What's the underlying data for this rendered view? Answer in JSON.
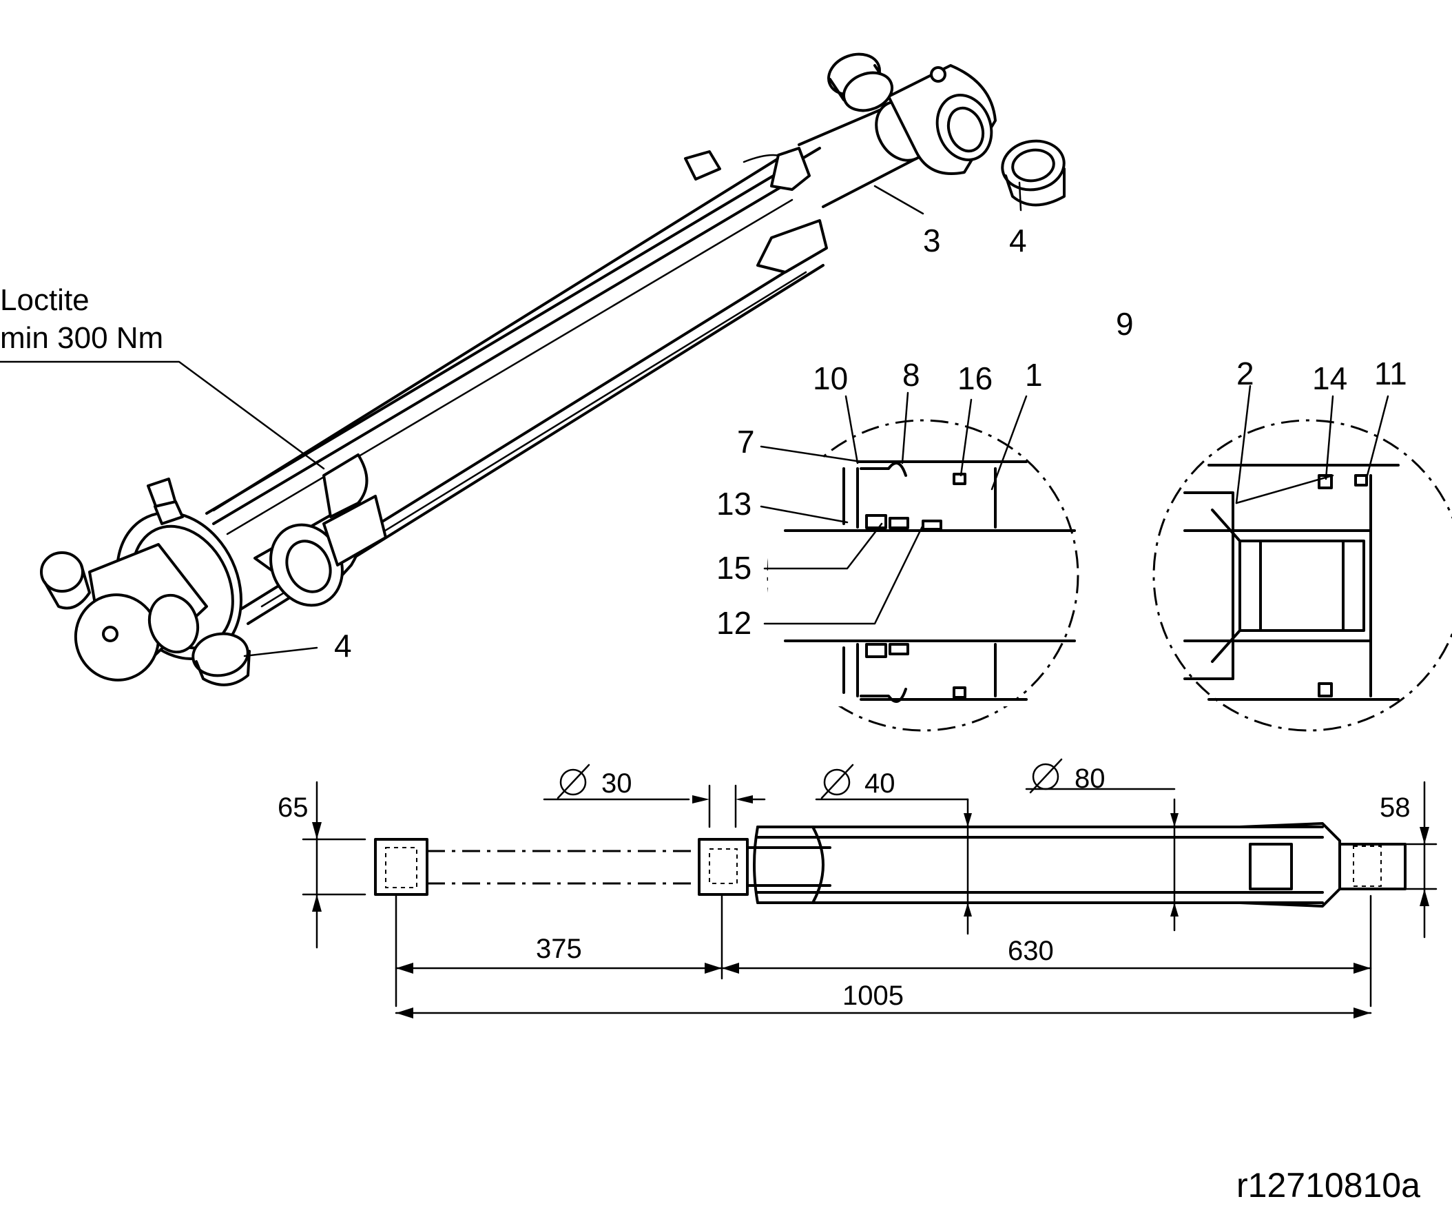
{
  "note": {
    "line1": "Loctite",
    "line2": "min 300 Nm"
  },
  "callouts": {
    "c3": "3",
    "c4_top": "4",
    "c4_bottom": "4",
    "c9": "9",
    "c10": "10",
    "c8": "8",
    "c16": "16",
    "c1": "1",
    "c7": "7",
    "c13": "13",
    "c15": "15",
    "c12": "12",
    "c2": "2",
    "c14": "14",
    "c11": "11"
  },
  "dimensions": {
    "d30": "30",
    "d40": "40",
    "d80": "80",
    "h65": "65",
    "h58": "58",
    "len375": "375",
    "len630": "630",
    "len1005": "1005"
  },
  "reference": "r12710810a"
}
